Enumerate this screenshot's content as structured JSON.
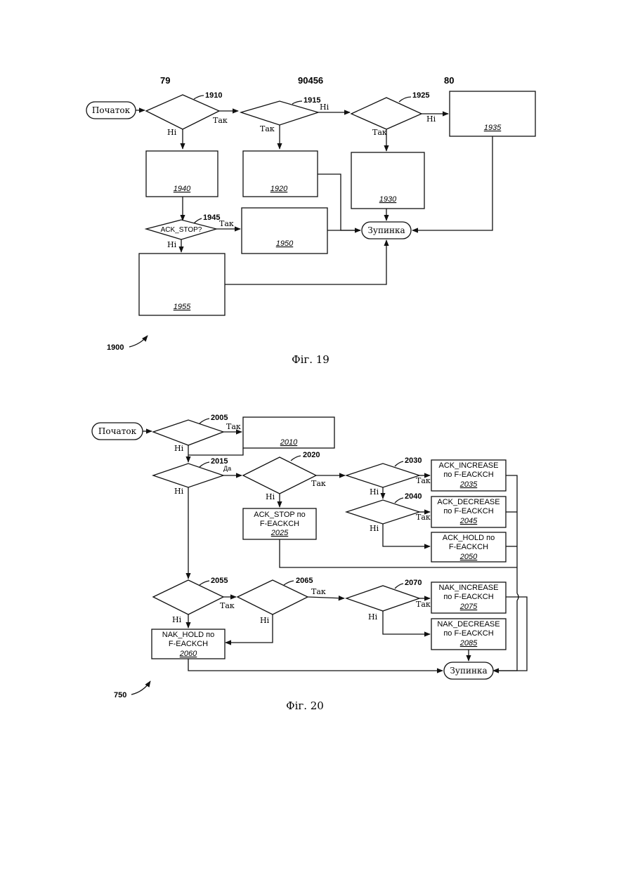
{
  "header": {
    "left": "79",
    "center": "90456",
    "right": "80"
  },
  "fig19": {
    "caption": "Фіг. 19",
    "figure_ref": "1900",
    "start": "Початок",
    "stop": "Зупинка",
    "d1910": "1910",
    "d1915": "1915",
    "d1925": "1925",
    "d1945": "1945",
    "d1945_text": "ACK_STOP?",
    "b1940": "1940",
    "b1920": "1920",
    "b1930": "1930",
    "b1935": "1935",
    "b1950": "1950",
    "b1955": "1955",
    "yes": "Так",
    "no": "Ні"
  },
  "fig20": {
    "caption": "Фіг. 20",
    "figure_ref": "750",
    "start": "Початок",
    "stop": "Зупинка",
    "d2005": "2005",
    "d2015": "2015",
    "d2020": "2020",
    "d2030": "2030",
    "d2040": "2040",
    "d2055": "2055",
    "d2065": "2065",
    "d2070": "2070",
    "yes": "Так",
    "no": "Ні",
    "da": "Да",
    "b2010": "2010",
    "b2025_l1": "ACK_STOP по",
    "b2025_l2": "F-EACKCH",
    "b2025": "2025",
    "b2035_l1": "ACK_INCREASE",
    "b2035_l2": "по  F-EACKCH",
    "b2035": "2035",
    "b2045_l1": "ACK_DECREASE",
    "b2045_l2": "по  F-EACKCH",
    "b2045": "2045",
    "b2050_l1": "ACK_HOLD по",
    "b2050_l2": "F-EACKCH",
    "b2050": "2050",
    "b2060_l1": "NAK_HOLD по",
    "b2060_l2": "F-EACKCH",
    "b2060": "2060",
    "b2075_l1": "NAK_INCREASE",
    "b2075_l2": "по  F-EACKCH",
    "b2075": "2075",
    "b2085_l1": "NAK_DECREASE",
    "b2085_l2": "по  F-EACKCH",
    "b2085": "2085"
  }
}
